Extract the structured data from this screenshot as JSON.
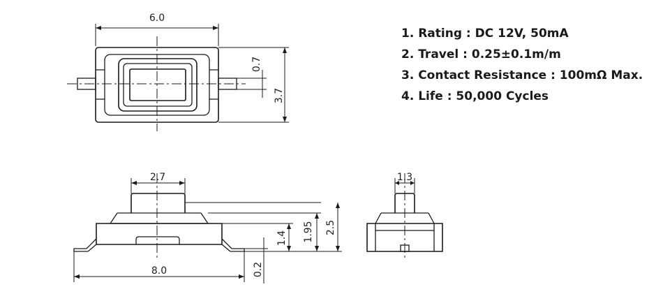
{
  "specs": [
    "1. Rating : DC 12V, 50mA",
    "2. Travel : 0.25±0.1m/m",
    "3. Contact Resistance : 100mΩ Max.",
    "4. Life : 50,000 Cycles"
  ],
  "dimensions": {
    "top_width": "6.0",
    "top_pin": "0.7",
    "top_height": "3.7",
    "front_actuator": "2.7",
    "front_body": "1.4",
    "front_mid": "1.95",
    "front_total": "2.5",
    "front_width": "8.0",
    "front_lead": "0.2",
    "side_actuator": "1.3"
  },
  "colors": {
    "line": "#1a1a1a",
    "background": "#ffffff"
  }
}
